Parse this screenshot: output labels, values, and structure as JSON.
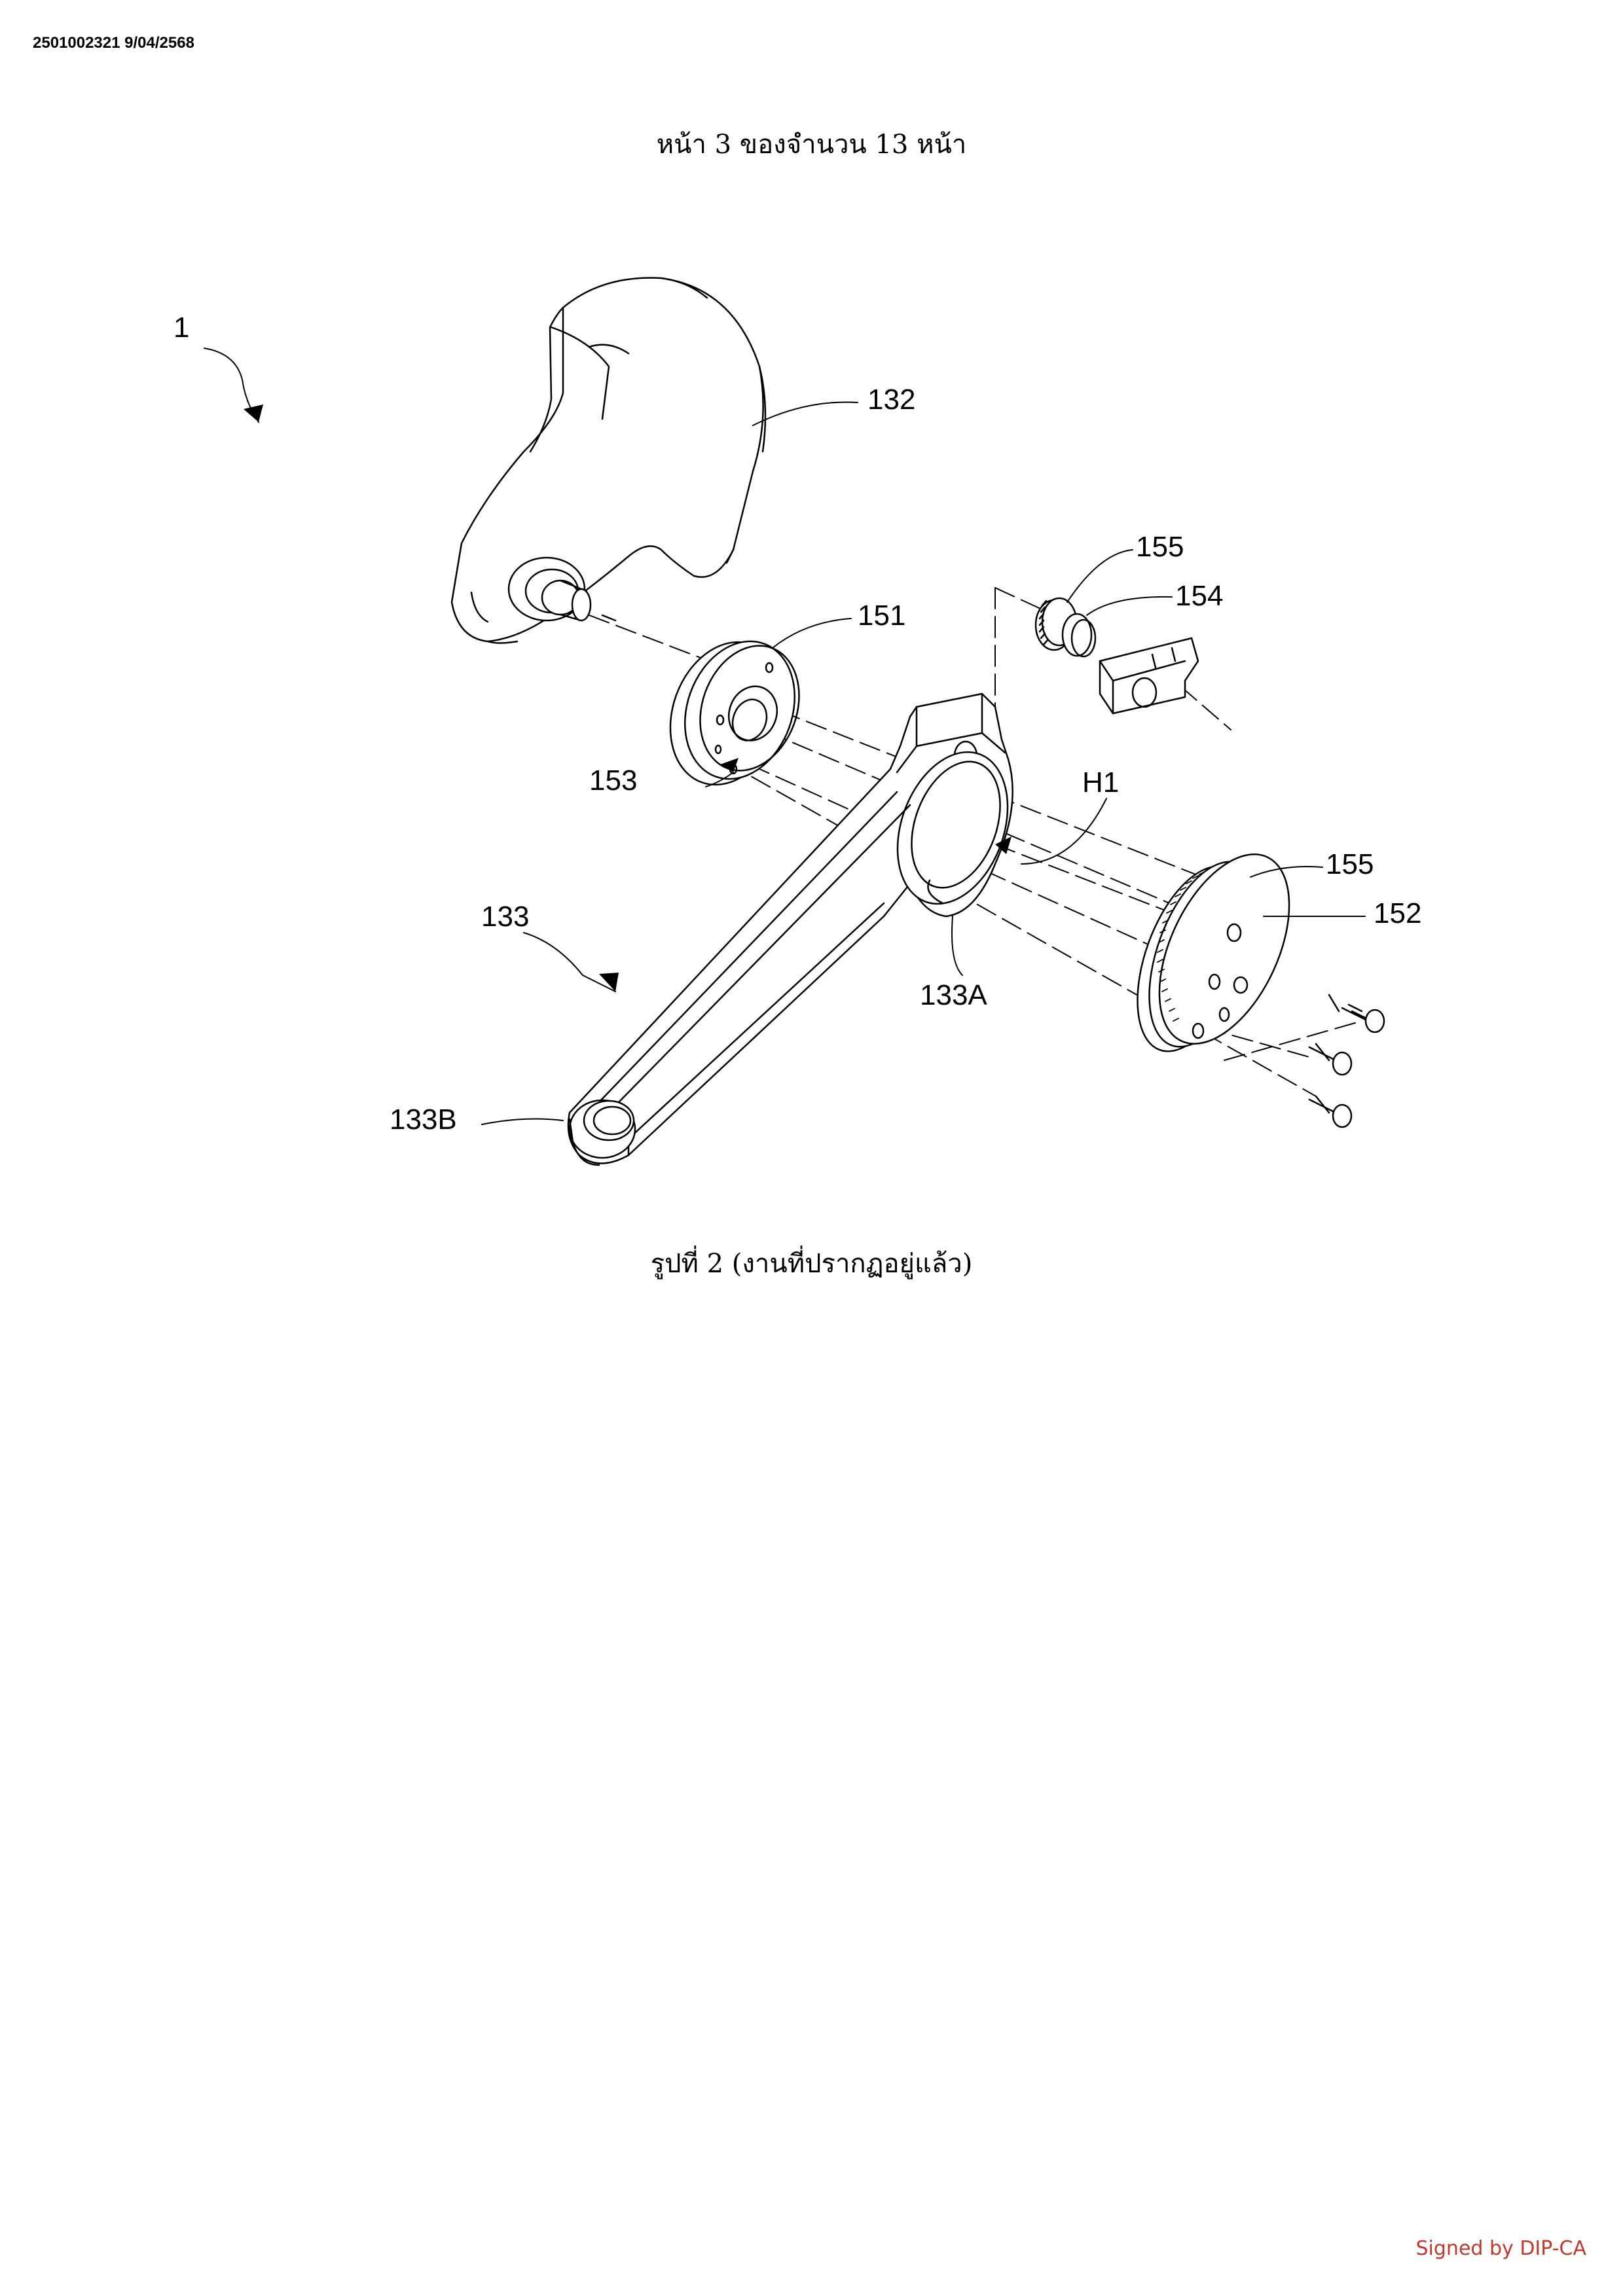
{
  "document": {
    "header_id": "2501002321 9/04/2568",
    "page_indicator": "หน้า 3 ของจำนวน 13 หน้า",
    "figure_caption": "รูปที่ 2 (งานที่ปรากฏอยู่แล้ว)",
    "signature": "Signed by DIP-CA"
  },
  "figure": {
    "labels": {
      "assembly": "1",
      "cam": "132",
      "arm": "133",
      "arm_ring": "133A",
      "arm_end": "133B",
      "hub": "151",
      "gear": "152",
      "hub_hole": "153",
      "block": "154",
      "small_gear": "155",
      "large_gear_rim": "155",
      "hole": "H1"
    }
  }
}
